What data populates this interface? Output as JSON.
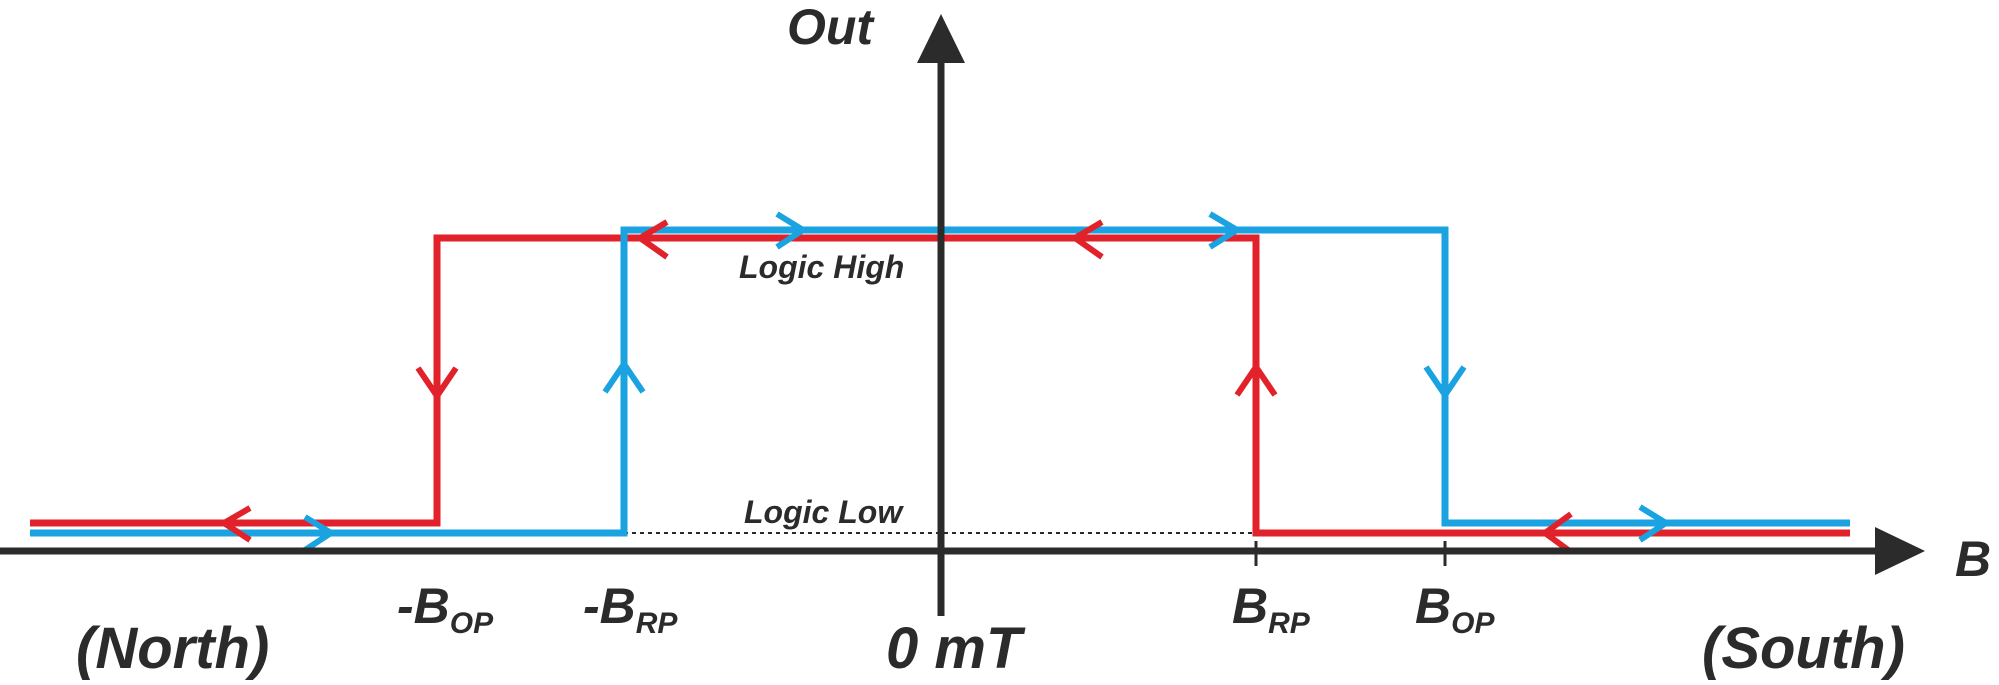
{
  "axis": {
    "y_label": "Out",
    "x_label": "B"
  },
  "levels": {
    "high_label": "Logic High",
    "low_label": "Logic Low"
  },
  "ticks": {
    "neg_bop_main": "-B",
    "neg_bop_sub": "OP",
    "neg_brp_main": "-B",
    "neg_brp_sub": "RP",
    "zero": "0 mT",
    "brp_main": "B",
    "brp_sub": "RP",
    "bop_main": "B",
    "bop_sub": "OP"
  },
  "poles": {
    "north": "(North)",
    "south": "(South)"
  },
  "colors": {
    "axis": "#2b2b2b",
    "red_trace": "#e1222b",
    "blue_trace": "#1aa3e0"
  }
}
